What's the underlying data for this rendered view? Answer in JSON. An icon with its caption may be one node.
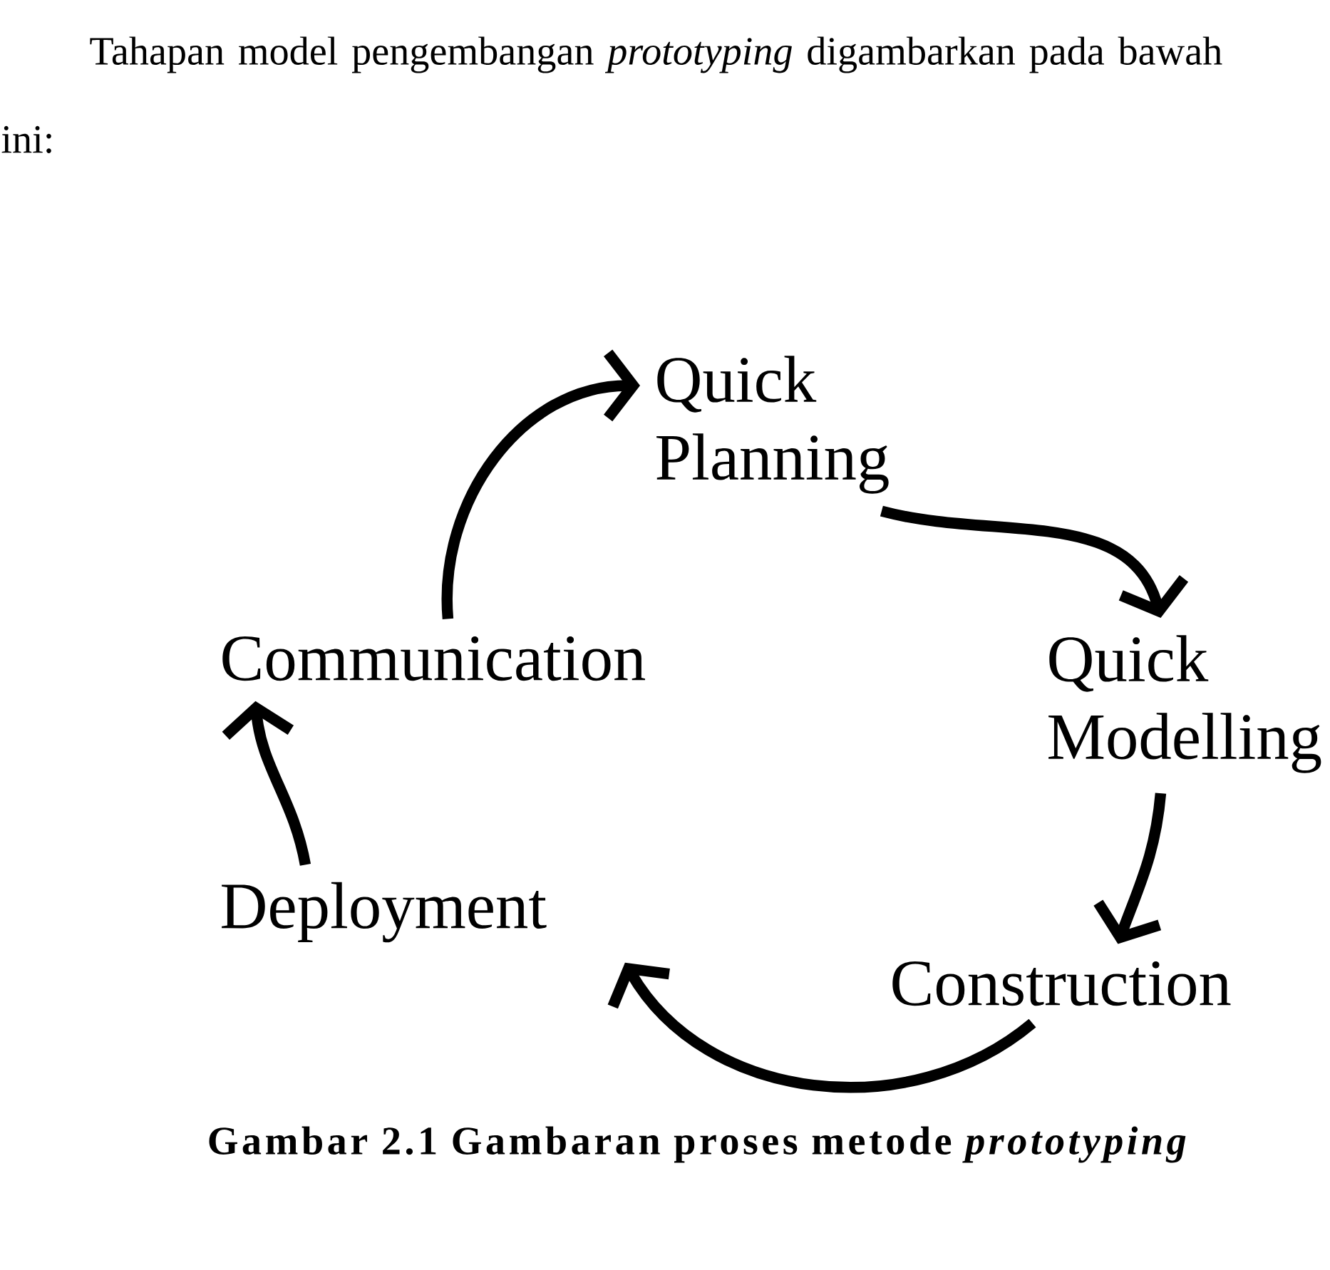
{
  "diagram": {
    "caption": "Gambar 2.1 Gambaran proses metode *prototyping*",
    "nodes": [
      {
        "text": [
          "Quick Planning"
        ]
      },
      {
        "text": [
          "Quick Modelling"
        ]
      },
      {
        "text": [
          "Construction"
        ]
      },
      {
        "text": [
          "Deployment"
        ]
      },
      {
        "text": [
          "Communication"
        ]
      }
    ],
    "edges": [
      {
        "from": 4,
        "to": 0,
        "arrow": "to"
      },
      {
        "from": 0,
        "to": 1,
        "arrow": "to"
      },
      {
        "from": 1,
        "to": 2,
        "arrow": "to"
      },
      {
        "from": 2,
        "to": 3,
        "arrow": "to"
      },
      {
        "from": 3,
        "to": 4,
        "arrow": "to"
      }
    ],
    "labels": [
      "Tahapan model pengembangan *prototyping* digambarkan pada bawah ini:"
    ]
  }
}
